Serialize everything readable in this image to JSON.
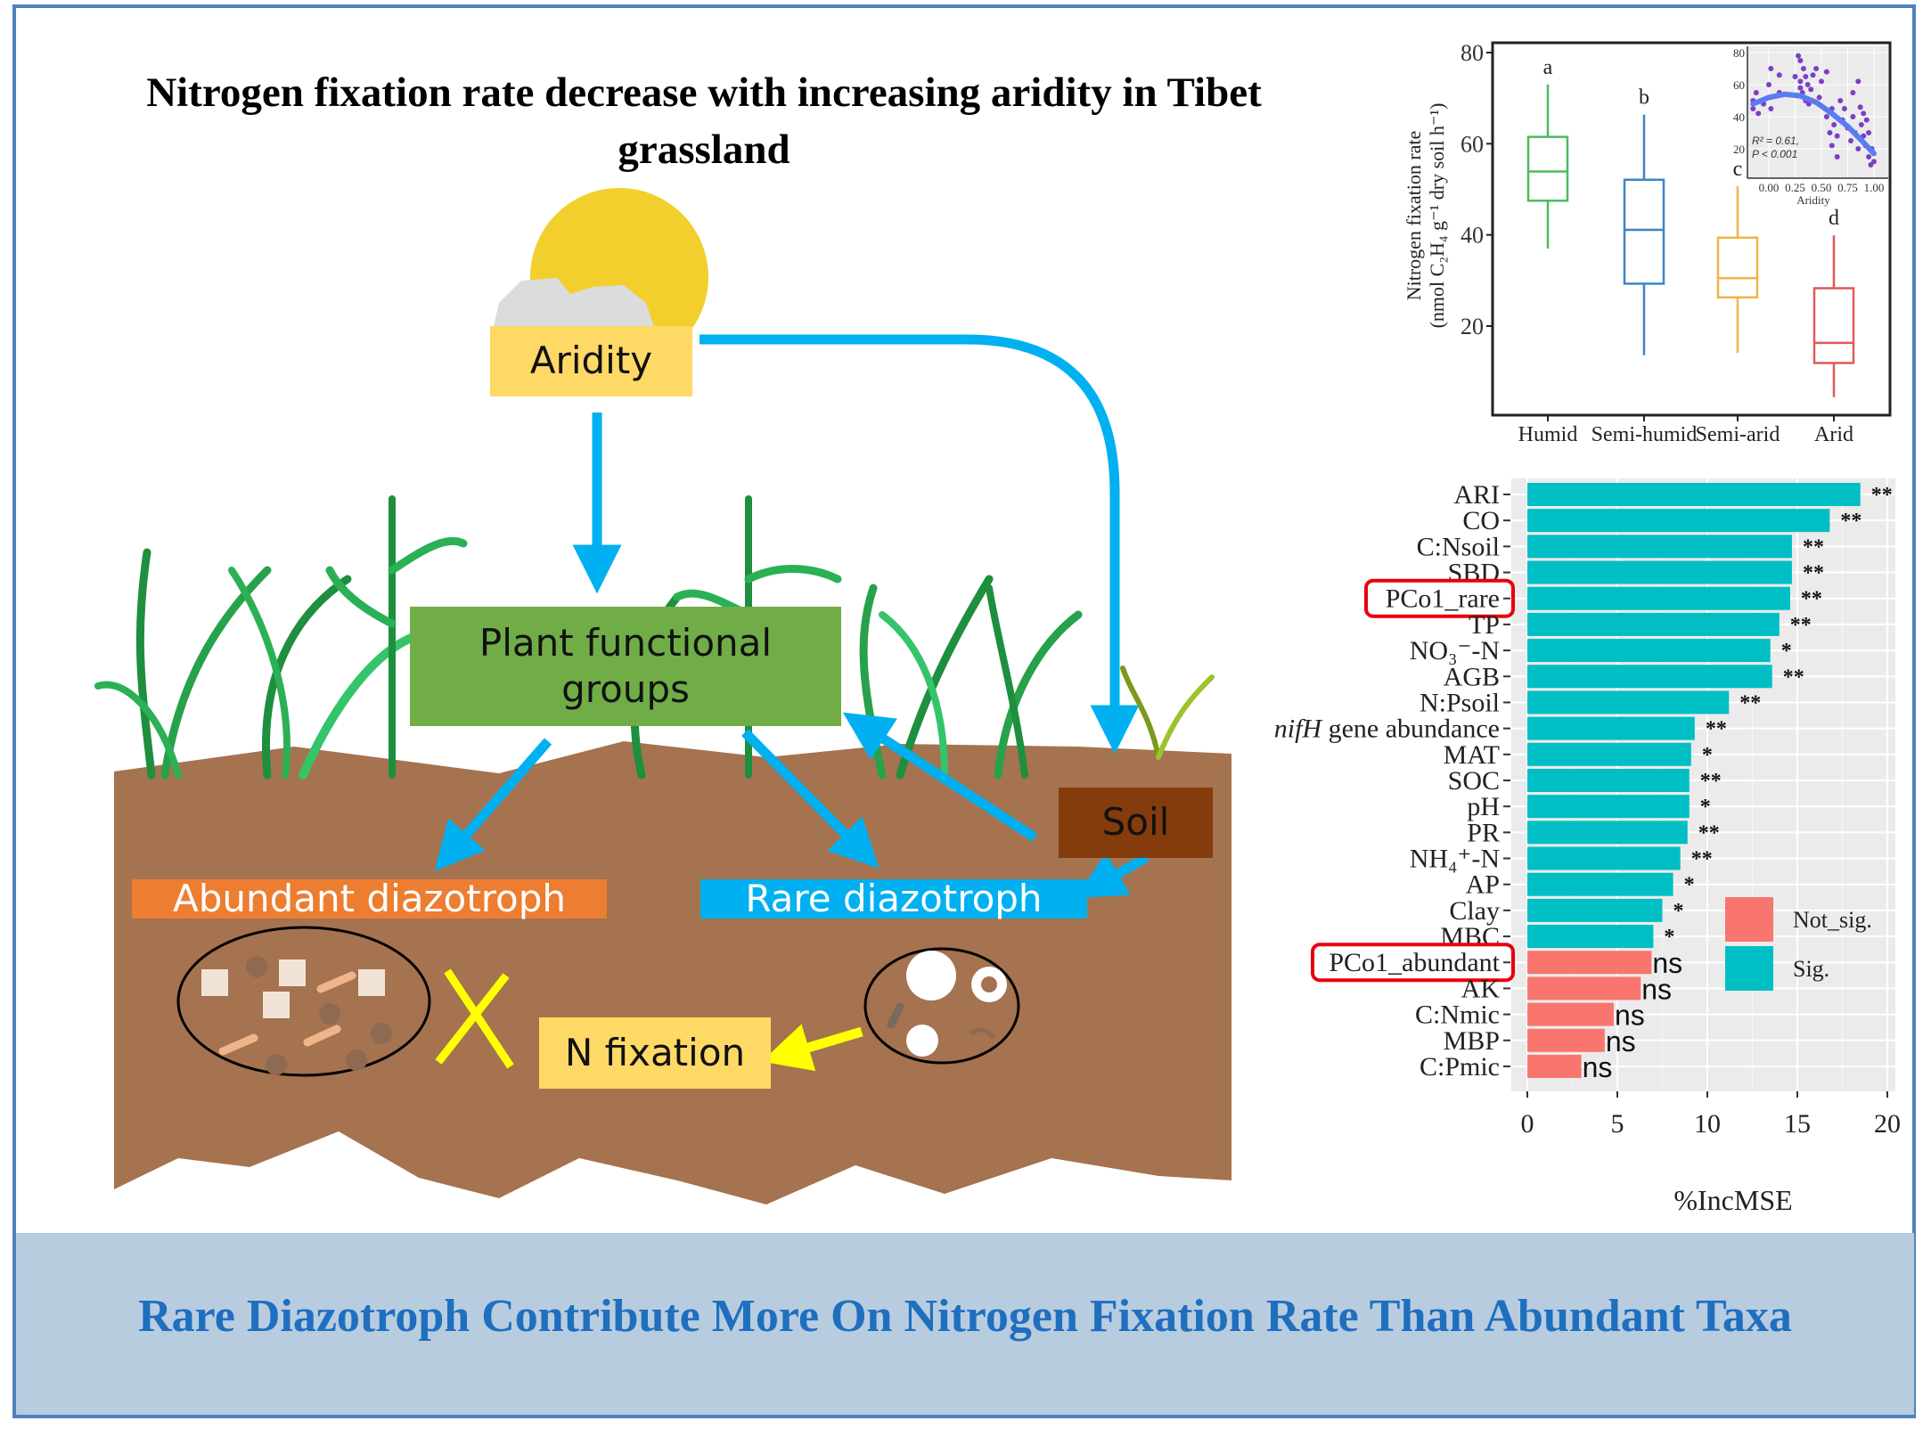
{
  "title": "Nitrogen fixation rate decrease with increasing aridity in Tibet grassland",
  "banner": "Rare Diazotroph Contribute More On Nitrogen Fixation Rate Than Abundant Taxa",
  "diagram": {
    "aridity": "Aridity",
    "plant_groups": "Plant functional groups",
    "soil": "Soil",
    "abundant": "Abundant diazotroph",
    "rare": "Rare diazotroph",
    "n_fixation": "N fixation",
    "colors": {
      "arrow": "#00b0f0",
      "aridity": "#ffd966",
      "plant": "#70ad47",
      "soil_box": "#843c0c",
      "abundant": "#ed7d31",
      "rare": "#00b0f0",
      "nfix": "#ffd966",
      "soil": "#a5734f",
      "cross": "#ffff00",
      "sun": "#f2cf2c"
    }
  },
  "chart_data": [
    {
      "type": "box",
      "ylabel": [
        "Nitrogen fixation rate",
        "(nmol C₂H₄ g⁻¹ dry soil h⁻¹)"
      ],
      "ylim": [
        0,
        85
      ],
      "yticks": [
        20,
        40,
        60,
        80
      ],
      "categories": [
        "Humid",
        "Semi-humid",
        "Semi-arid",
        "Arid"
      ],
      "colors": [
        "#4dbb5f",
        "#3d85c6",
        "#f0b44a",
        "#e05a5a"
      ],
      "letters": [
        "a",
        "b",
        "c",
        "d"
      ],
      "boxes": [
        {
          "min": 37.0,
          "q1": 47.5,
          "median": 53.9,
          "q3": 61.5,
          "max": 73.0
        },
        {
          "min": 13.6,
          "q1": 29.3,
          "median": 41.1,
          "q3": 52.1,
          "max": 66.4
        },
        {
          "min": 14.1,
          "q1": 26.3,
          "median": 30.5,
          "q3": 39.4,
          "max": 50.7
        },
        {
          "min": 4.4,
          "q1": 11.9,
          "median": 16.3,
          "q3": 28.3,
          "max": 39.9
        }
      ],
      "inset": {
        "type": "scatter",
        "xlabel": "Aridity",
        "xticks": [
          "0.00",
          "0.25",
          "0.50",
          "0.75",
          "1.00"
        ],
        "yticks": [
          "20",
          "40",
          "60",
          "80"
        ],
        "annotation": [
          "R² = 0.61,",
          "P < 0.001"
        ],
        "point_color": "#7b3fc9",
        "fit_color": "#5b7cf0",
        "points": [
          [
            -0.15,
            50
          ],
          [
            -0.15,
            45
          ],
          [
            -0.12,
            55
          ],
          [
            -0.1,
            42
          ],
          [
            -0.05,
            48
          ],
          [
            0,
            60
          ],
          [
            0,
            52
          ],
          [
            0.02,
            45
          ],
          [
            0.02,
            70
          ],
          [
            0.1,
            55
          ],
          [
            0.1,
            66
          ],
          [
            0.28,
            78
          ],
          [
            0.3,
            75
          ],
          [
            0.3,
            62
          ],
          [
            0.3,
            58
          ],
          [
            0.32,
            55
          ],
          [
            0.33,
            70
          ],
          [
            0.35,
            65
          ],
          [
            0.35,
            50
          ],
          [
            0.37,
            60
          ],
          [
            0.38,
            48
          ],
          [
            0.4,
            57
          ],
          [
            0.45,
            70
          ],
          [
            0.48,
            52
          ],
          [
            0.55,
            68
          ],
          [
            0.55,
            40
          ],
          [
            0.58,
            30
          ],
          [
            0.6,
            45
          ],
          [
            0.6,
            22
          ],
          [
            0.62,
            35
          ],
          [
            0.65,
            28
          ],
          [
            0.65,
            15
          ],
          [
            0.7,
            38
          ],
          [
            0.72,
            45
          ],
          [
            0.75,
            33
          ],
          [
            0.78,
            25
          ],
          [
            0.8,
            55
          ],
          [
            0.8,
            40
          ],
          [
            0.82,
            30
          ],
          [
            0.85,
            20
          ],
          [
            0.85,
            62
          ],
          [
            0.88,
            35
          ],
          [
            0.9,
            28
          ],
          [
            0.9,
            42
          ],
          [
            0.92,
            22
          ],
          [
            0.95,
            15
          ],
          [
            0.95,
            30
          ],
          [
            0.97,
            10
          ],
          [
            0.98,
            20
          ],
          [
            1.0,
            12
          ],
          [
            0.93,
            38
          ],
          [
            0.87,
            46
          ],
          [
            0.68,
            50
          ],
          [
            0.5,
            62
          ],
          [
            0.42,
            66
          ],
          [
            0.25,
            65
          ]
        ],
        "fit": [
          [
            -0.15,
            48
          ],
          [
            0,
            52
          ],
          [
            0.15,
            54
          ],
          [
            0.3,
            53
          ],
          [
            0.45,
            49
          ],
          [
            0.6,
            42
          ],
          [
            0.75,
            34
          ],
          [
            0.9,
            24
          ],
          [
            1.0,
            17
          ]
        ]
      }
    },
    {
      "type": "bar",
      "orientation": "horizontal",
      "xlabel": "%IncMSE",
      "xlim": [
        0,
        20
      ],
      "xticks": [
        0,
        5,
        10,
        15,
        20
      ],
      "legend": [
        {
          "label": "Not_sig.",
          "color": "#f8766d"
        },
        {
          "label": "Sig.",
          "color": "#00bfc4"
        }
      ],
      "highlighted": [
        "PCo1_rare",
        "PCo1_abundant"
      ],
      "bars": [
        {
          "label": "ARI",
          "value": 18.5,
          "sig": "**",
          "group": "Sig."
        },
        {
          "label": "CO",
          "value": 16.8,
          "sig": "**",
          "group": "Sig."
        },
        {
          "label": "C:Nsoil",
          "value": 14.7,
          "sig": "**",
          "group": "Sig."
        },
        {
          "label": "SBD",
          "value": 14.7,
          "sig": "**",
          "group": "Sig."
        },
        {
          "label": "PCo1_rare",
          "value": 14.6,
          "sig": "**",
          "group": "Sig."
        },
        {
          "label": "TP",
          "value": 14.0,
          "sig": "**",
          "group": "Sig."
        },
        {
          "label": "NO₃⁻-N",
          "value": 13.5,
          "sig": "*",
          "group": "Sig."
        },
        {
          "label": "AGB",
          "value": 13.6,
          "sig": "**",
          "group": "Sig."
        },
        {
          "label": "N:Psoil",
          "value": 11.2,
          "sig": "**",
          "group": "Sig."
        },
        {
          "label": "gene abundance",
          "italic_prefix": "nifH",
          "value": 9.3,
          "sig": "**",
          "group": "Sig."
        },
        {
          "label": "MAT",
          "value": 9.1,
          "sig": "*",
          "group": "Sig."
        },
        {
          "label": "SOC",
          "value": 9.0,
          "sig": "**",
          "group": "Sig."
        },
        {
          "label": "pH",
          "value": 9.0,
          "sig": "*",
          "group": "Sig."
        },
        {
          "label": "PR",
          "value": 8.9,
          "sig": "**",
          "group": "Sig."
        },
        {
          "label": "NH₄⁺-N",
          "value": 8.5,
          "sig": "**",
          "group": "Sig."
        },
        {
          "label": "AP",
          "value": 8.1,
          "sig": "*",
          "group": "Sig."
        },
        {
          "label": "Clay",
          "value": 7.5,
          "sig": "*",
          "group": "Sig."
        },
        {
          "label": "MBC",
          "value": 7.0,
          "sig": "*",
          "group": "Sig."
        },
        {
          "label": "PCo1_abundant",
          "value": 6.9,
          "sig": "ns",
          "group": "Not_sig."
        },
        {
          "label": "AK",
          "value": 6.3,
          "sig": "ns",
          "group": "Not_sig."
        },
        {
          "label": "C:Nmic",
          "value": 4.8,
          "sig": "ns",
          "group": "Not_sig."
        },
        {
          "label": "MBP",
          "value": 4.3,
          "sig": "ns",
          "group": "Not_sig."
        },
        {
          "label": "C:Pmic",
          "value": 3.0,
          "sig": "ns",
          "group": "Not_sig."
        }
      ]
    }
  ]
}
